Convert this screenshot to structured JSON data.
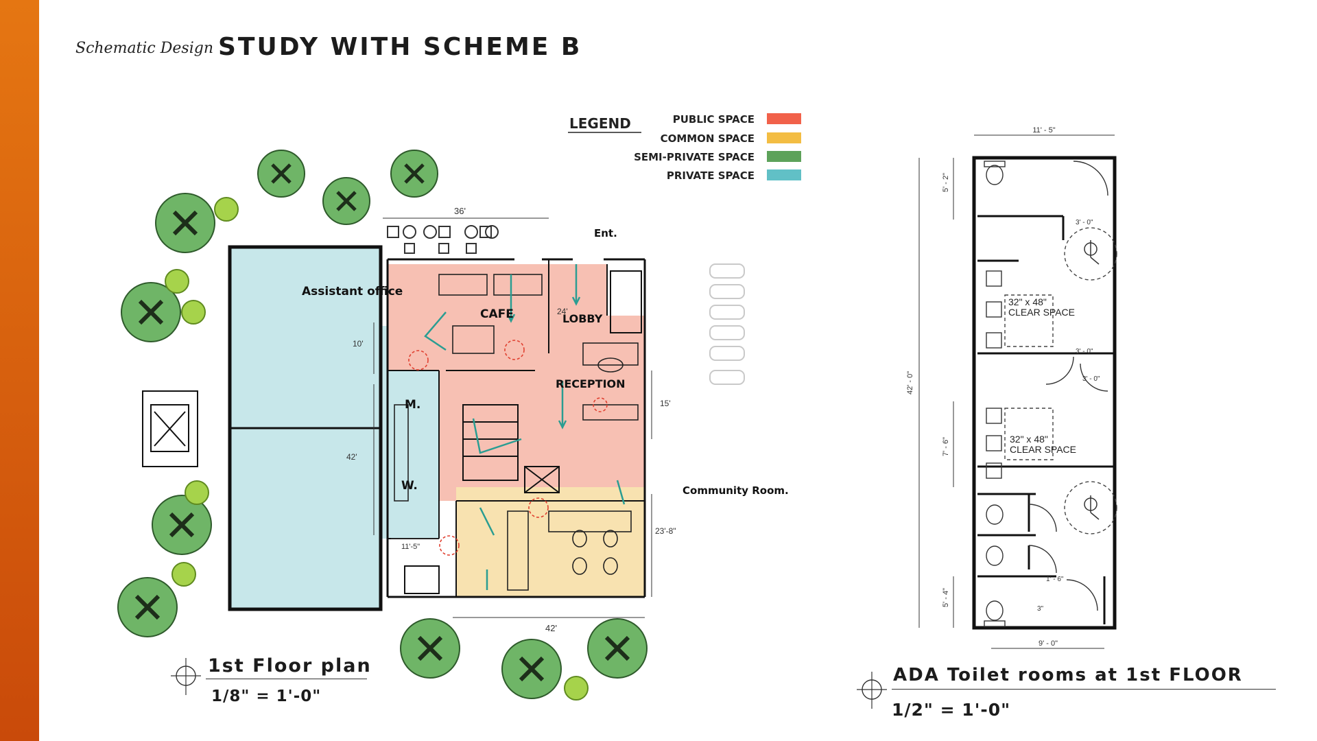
{
  "header": {
    "script_label": "Schematic Design",
    "title": "STUDY WITH SCHEME B"
  },
  "colors": {
    "accent_top": "#e57612",
    "accent_bottom": "#c94a0a",
    "public": "#f1614a",
    "common": "#f3bd43",
    "semi_private": "#5da25a",
    "private": "#61c0c6",
    "public_fill": "#f7c0b3",
    "common_fill": "#f8e2b0",
    "private_fill": "#c7e7ea",
    "circulation_arrow": "#2a9d92",
    "tree_dark": "#6fb567",
    "tree_light": "#a6d34b"
  },
  "legend": {
    "title": "LEGEND",
    "items": [
      {
        "label": "PUBLIC SPACE",
        "color": "#f1614a"
      },
      {
        "label": "COMMON SPACE",
        "color": "#f3bd43"
      },
      {
        "label": "SEMI-PRIVATE SPACE",
        "color": "#5da25a"
      },
      {
        "label": "PRIVATE SPACE",
        "color": "#61c0c6"
      }
    ]
  },
  "floor_plan": {
    "rooms": {
      "assistant_office": "Assistant office",
      "cafe": "CAFE",
      "lobby": "LOBBY",
      "reception": "RECEPTION",
      "mens": "M.",
      "womens": "W.",
      "community_room": "Community Room."
    },
    "entrance": "Ent.",
    "dimensions": {
      "top_width": "36'",
      "lobby_depth": "24'",
      "office_depth": "10'",
      "left_depth": "42'",
      "reception_depth": "15'",
      "community_depth": "23'-8\"",
      "toilet_width": "11'-5\"",
      "bottom_width": "42'"
    },
    "caption_title": "1st Floor plan",
    "caption_scale": "1/8\" = 1'-0\""
  },
  "toilet_plan": {
    "dimensions": {
      "top_width": "11' - 5\"",
      "overall_height": "42' - 0\"",
      "stall_1": "5' - 2\"",
      "door_top": "3' - 0\"",
      "door_mid": "3' - 0\"",
      "door_vestibule": "3' - 0\"",
      "stall_lower": "7' - 6\"",
      "stall_bottom": "5' - 4\"",
      "partition_gap": "1' - 6\"",
      "small_gap": "3\"",
      "bottom_width": "9' - 0\""
    },
    "clear_space_upper": [
      "32\" x 48\"",
      "CLEAR SPACE"
    ],
    "clear_space_lower": [
      "32\" x 48\"",
      "CLEAR SPACE"
    ],
    "caption_title": "ADA Toilet rooms at 1st FLOOR",
    "caption_scale": "1/2\" = 1'-0\""
  }
}
